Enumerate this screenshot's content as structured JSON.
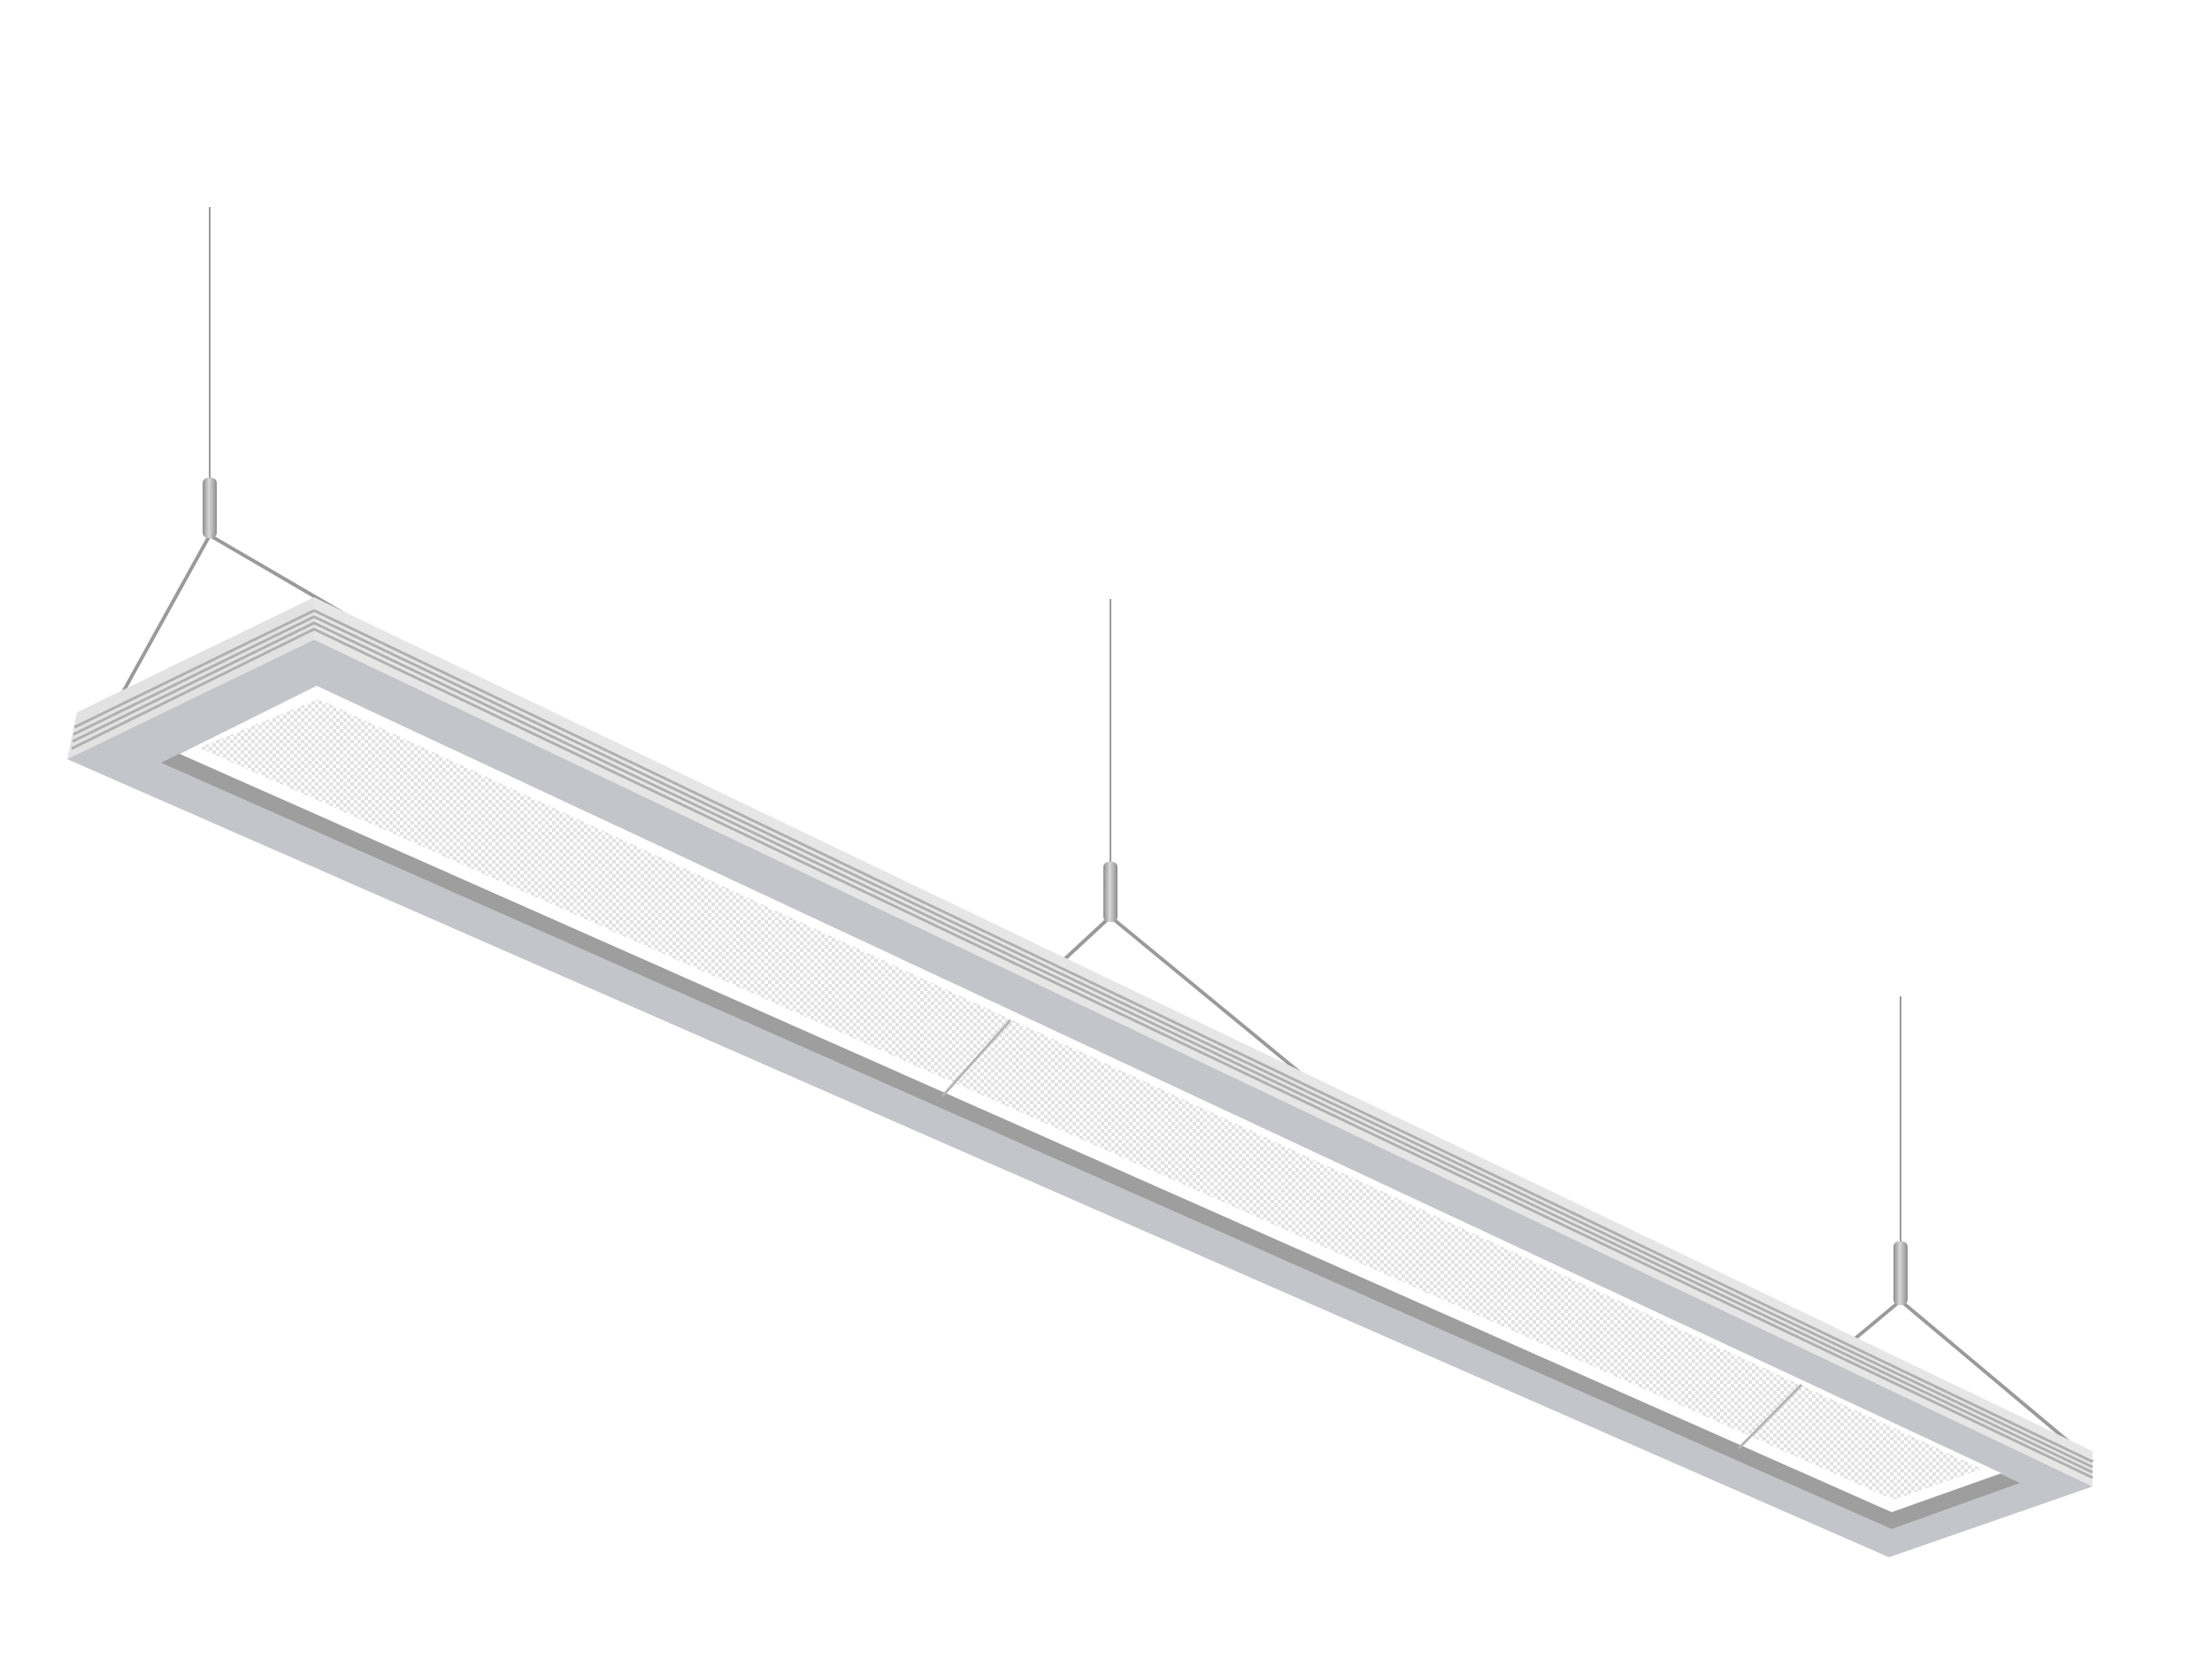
{
  "image": {
    "subject": "linear-pendant-light",
    "colors": {
      "background": "#ffffff",
      "frame": "#c4c5ca",
      "side": "#e4e4e4",
      "groove": "#b0b0b0",
      "inner_wall": "#9e9e9e",
      "diffuser": "#ffffff",
      "cable": "#9a9a9a",
      "hanger": "#a8a8a8"
    },
    "suspension_points": 3,
    "diffuser_sections": 3
  }
}
